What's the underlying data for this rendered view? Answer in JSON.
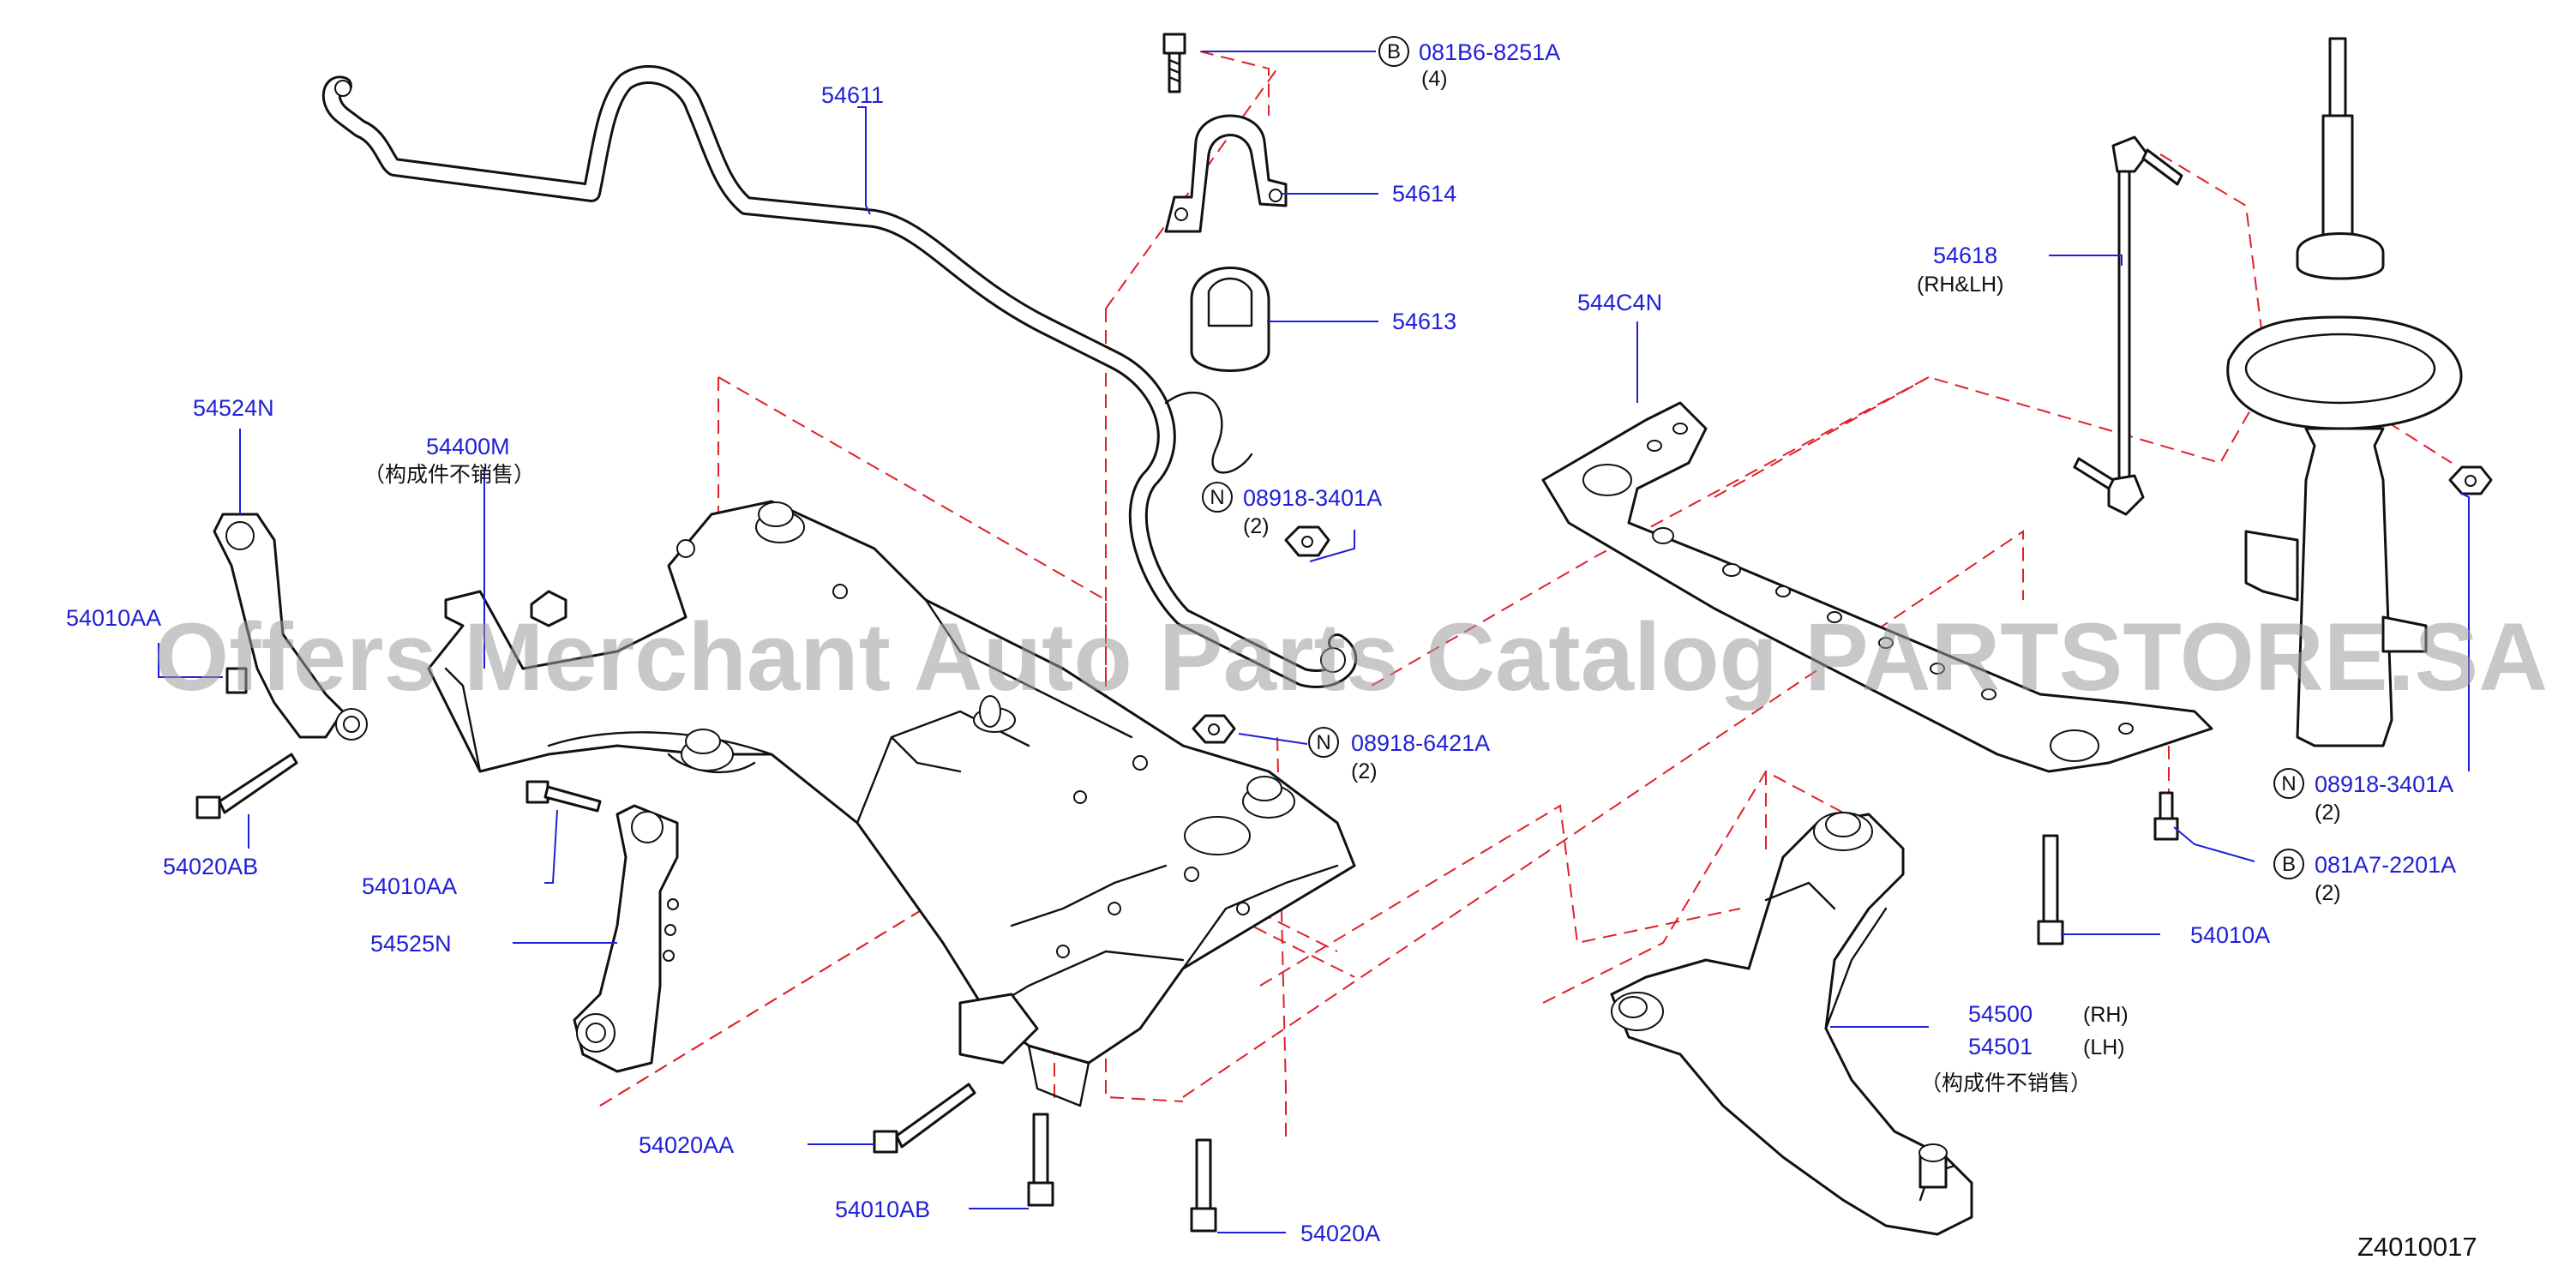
{
  "watermark": "Offers Merchant Auto Parts Catalog PARTSTORE.SA",
  "diagram_code": "Z4010017",
  "labels": {
    "p54611": "54611",
    "p54614": "54614",
    "p54613": "54613",
    "b_bolt_code": "081B6-8251A",
    "b_bolt_qty": "(4)",
    "n_nut_upper_code": "08918-3401A",
    "n_nut_upper_qty": "(2)",
    "n_nut_mid_code": "08918-6421A",
    "n_nut_mid_qty": "(2)",
    "p54524N": "54524N",
    "p54400M": "54400M",
    "p54400M_note": "（构成件不销售）",
    "p54010AA_left": "54010AA",
    "p54020AB": "54020AB",
    "p54010AA_mid": "54010AA",
    "p54525N": "54525N",
    "p54020AA": "54020AA",
    "p54010AB": "54010AB",
    "p54020A": "54020A",
    "p544C4N": "544C4N",
    "p54618": "54618",
    "p54618_note": "(RH&LH)",
    "n_nut_right_code": "08918-3401A",
    "n_nut_right_qty": "(2)",
    "b_bolt_right_code": "081A7-2201A",
    "b_bolt_right_qty": "(2)",
    "p54010A": "54010A",
    "p54500": "54500",
    "p54500_side": "(RH)",
    "p54501": "54501",
    "p54501_side": "(LH)",
    "p54500_note": "（构成件不销售）",
    "badge_b": "B",
    "badge_n": "N"
  },
  "colors": {
    "label_blue": "#1f1fd6",
    "centerline_red": "#e0202a",
    "line_black": "#111111"
  }
}
